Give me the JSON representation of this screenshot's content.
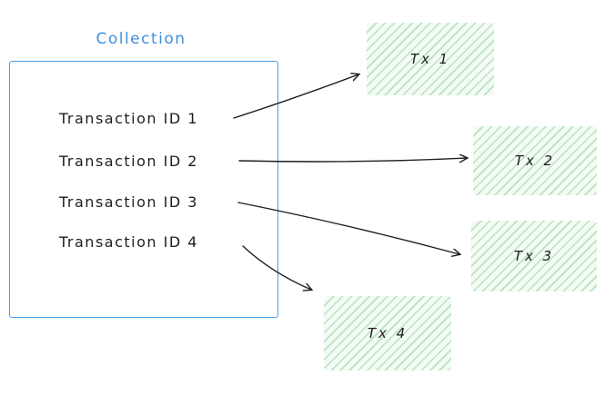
{
  "diagram": {
    "collection": {
      "title": "Collection",
      "items": [
        {
          "label": "Transaction ID 1"
        },
        {
          "label": "Transaction ID 2"
        },
        {
          "label": "Transaction ID 3"
        },
        {
          "label": "Transaction ID 4"
        }
      ]
    },
    "tx_boxes": [
      {
        "label": "Tx 1"
      },
      {
        "label": "Tx 2"
      },
      {
        "label": "Tx 3"
      },
      {
        "label": "Tx 4"
      }
    ],
    "colors": {
      "collection_border": "#4a9eed",
      "collection_title": "#3f8fe0",
      "tx_fill": "#f4faf4",
      "tx_hatch": "#b7e3c0",
      "ink": "#1e1e1e",
      "bg": "#ffffff"
    }
  }
}
